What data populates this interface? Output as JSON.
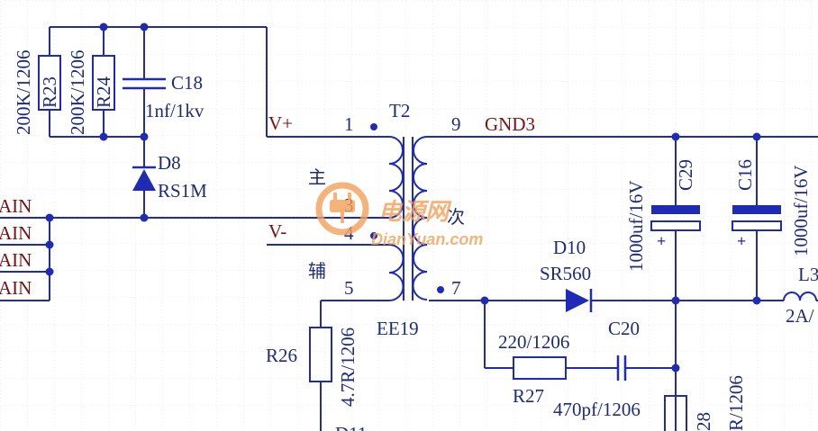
{
  "colors": {
    "background": "#ffffff",
    "grid": "#d8dbe6",
    "wire": "#1f2bb5",
    "text": "#1f2a7a",
    "net_label": "#7a1010",
    "watermark": "#f3a15a"
  },
  "components": {
    "r23": {
      "ref": "R23",
      "value": "200K/1206"
    },
    "r24": {
      "ref": "R24",
      "value": "200K/1206"
    },
    "c18": {
      "ref": "C18",
      "value": "1nf/1kv"
    },
    "d8": {
      "ref": "D8",
      "value": "RS1M"
    },
    "t2": {
      "ref": "T2",
      "type": "EE19"
    },
    "c29": {
      "ref": "C29",
      "value": "1000uf/16V"
    },
    "c16": {
      "ref": "C16",
      "value": "1000uf/16V"
    },
    "d10": {
      "ref": "D10",
      "value": "SR560"
    },
    "r27": {
      "ref": "R27",
      "value": "220/1206"
    },
    "c20": {
      "ref": "C20",
      "value": "470pf/1206"
    },
    "r26": {
      "ref": "R26",
      "value": "4.7R/1206"
    },
    "r28_partial": {
      "ref": "28",
      "value": "R/1206"
    },
    "d11_partial": {
      "ref": "D11"
    },
    "l3_partial": {
      "ref": "L3",
      "value": "2A/"
    }
  },
  "nets": {
    "vplus": "V+",
    "vminus": "V-",
    "gnd3": "GND3",
    "main_labels": [
      "AIN",
      "AIN",
      "AIN",
      "AIN"
    ]
  },
  "pins": {
    "p1": "1",
    "p3": "3",
    "p4": "4",
    "p5": "5",
    "p7": "7",
    "p9": "9"
  },
  "winding_labels": {
    "primary": "主",
    "auxiliary": "辅",
    "secondary": "次"
  },
  "watermark": {
    "cn": "电源网",
    "en": "DianYuan.com"
  }
}
